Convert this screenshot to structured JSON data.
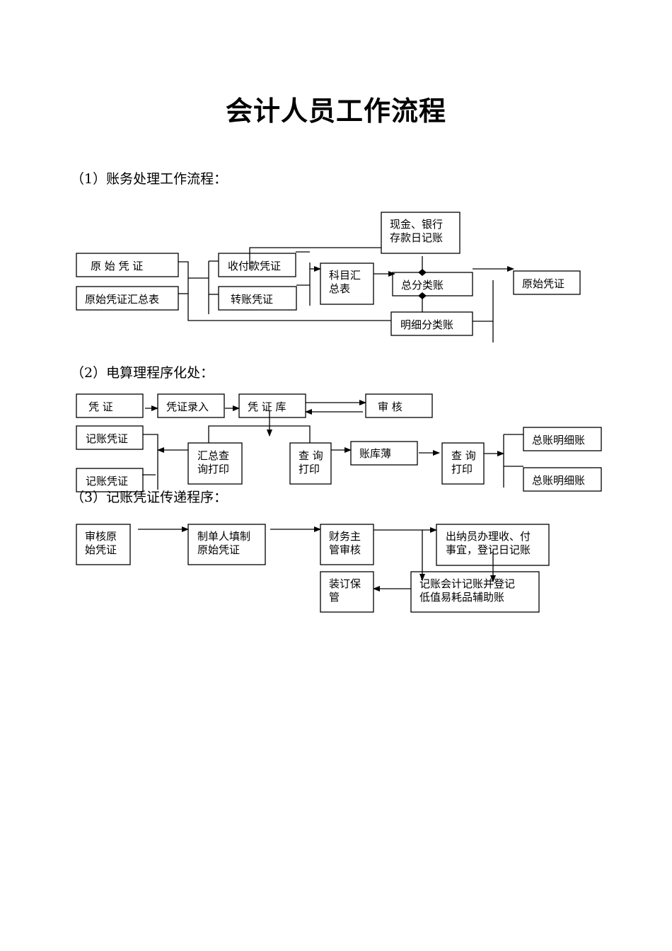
{
  "document": {
    "title": "会计人员工作流程"
  },
  "section1": {
    "heading": "（1）账务处理工作流程：",
    "boxes": {
      "original_voucher": "原 始 凭 证",
      "original_voucher_summary": "原始凭证汇总表",
      "receipt_payment_voucher": "收付款凭证",
      "transfer_voucher": "转账凭证",
      "subject_summary_l1": "科目汇",
      "subject_summary_l2": "总表",
      "cash_bank_journal_l1": "现金、银行",
      "cash_bank_journal_l2": "存款日记账",
      "general_ledger": "总分类账",
      "subsidiary_ledger": "明细分类账",
      "original_voucher_right": "原始凭证"
    }
  },
  "section2": {
    "heading": "（2）电算理程序化处：",
    "boxes": {
      "voucher": "凭  证",
      "voucher_entry": "凭证录入",
      "voucher_db": "凭  证  库",
      "audit": "审  核",
      "bookkeeping_voucher_1": "记账凭证",
      "bookkeeping_voucher_2": "记账凭证",
      "summary_query_print_l1": "汇总查",
      "summary_query_print_l2": "询打印",
      "query_print_l1": "查 询",
      "query_print_l2": "打印",
      "ledger_book": "账库薄",
      "query_print2_l1": "查 询",
      "query_print2_l2": "打印",
      "general_detail_ledger_1": "总账明细账",
      "general_detail_ledger_2": "总账明细账"
    }
  },
  "section3": {
    "heading": "（3）记账凭证传递程序：",
    "boxes": {
      "audit_original_l1": "审核原",
      "audit_original_l2": "始凭证",
      "preparer_fill_l1": "制单人填制",
      "preparer_fill_l2": "原始凭证",
      "finance_supervisor_l1": "财务主",
      "finance_supervisor_l2": "管审核",
      "cashier_l1": "出纳员办理收、付",
      "cashier_l2": "事宜，登记日记账",
      "binding_storage_l1": "装订保",
      "binding_storage_l2": "管",
      "accountant_l1": "记账会计记账并登记",
      "accountant_l2": "低值易耗品辅助账"
    }
  }
}
